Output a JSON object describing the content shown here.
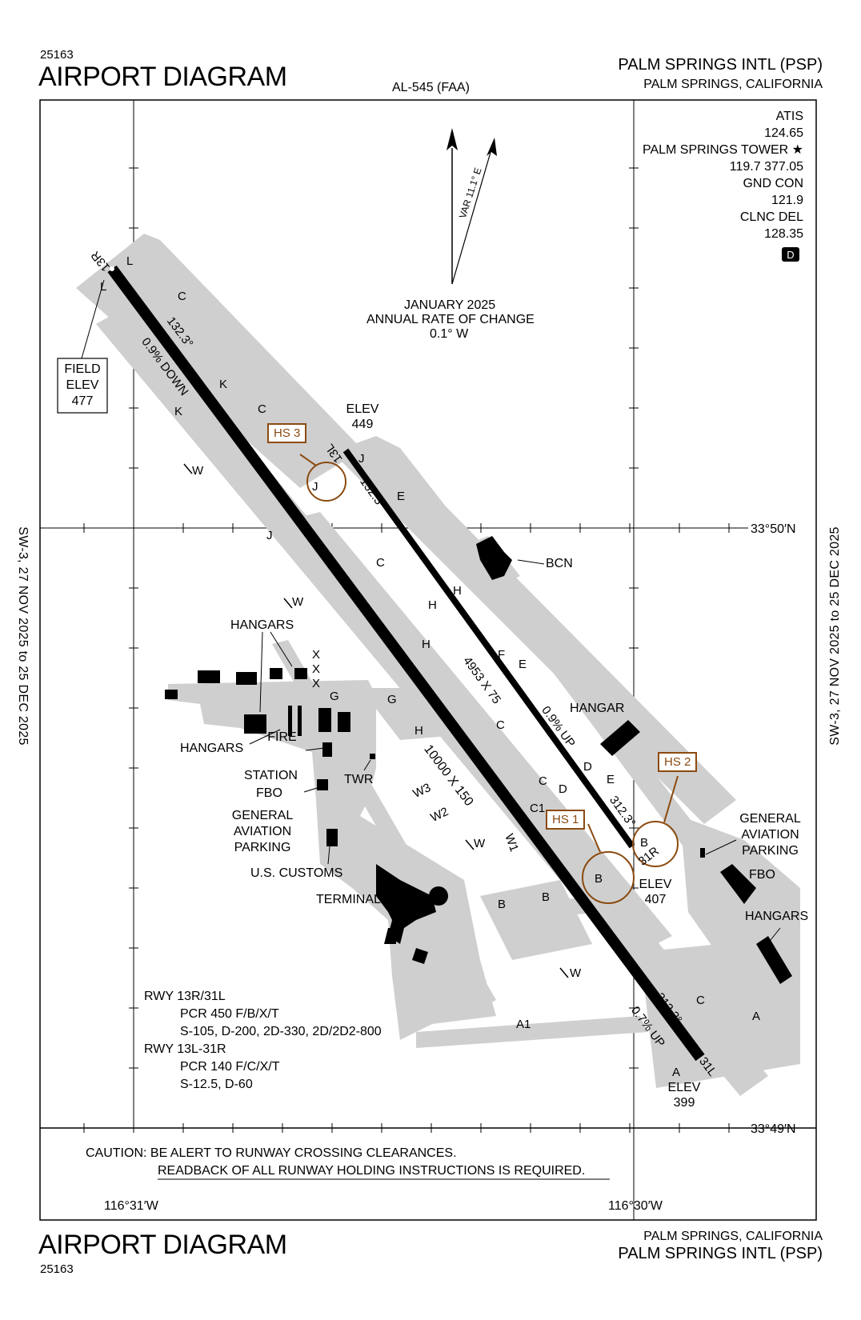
{
  "header": {
    "code": "25163",
    "title": "AIRPORT DIAGRAM",
    "procedure_id": "AL-545 (FAA)",
    "airport": "PALM SPRINGS INTL (PSP)",
    "city": "PALM SPRINGS, CALIFORNIA"
  },
  "footer": {
    "code": "25163",
    "title": "AIRPORT DIAGRAM",
    "city": "PALM SPRINGS, CALIFORNIA",
    "airport": "PALM SPRINGS INTL (PSP)"
  },
  "side_text": {
    "left": "SW-3,  27 NOV 2025  to  25 DEC 2025",
    "right": "SW-3,  27 NOV 2025  to  25 DEC 2025"
  },
  "frequencies": {
    "atis_label": "ATIS",
    "atis": "124.65",
    "tower_label": "PALM SPRINGS TOWER ★",
    "tower": "119.7  377.05",
    "gnd_label": "GND CON",
    "gnd": "121.9",
    "clnc_label": "CLNC DEL",
    "clnc": "128.35",
    "badge": "D"
  },
  "magnetic": {
    "variation": "VAR 11.1° E",
    "date": "JANUARY 2025",
    "rate_label": "ANNUAL RATE OF CHANGE",
    "rate": "0.1° W"
  },
  "coordinates": {
    "lat_upper": "33°50′N",
    "lat_lower": "33°49′N",
    "lon_left": "116°31′W",
    "lon_right": "116°30′W"
  },
  "field_elev": {
    "l1": "FIELD",
    "l2": "ELEV",
    "l3": "477"
  },
  "elevations": {
    "north": {
      "label": "ELEV",
      "value": "449"
    },
    "mid": {
      "label": "ELEV",
      "value": "407"
    },
    "south": {
      "label": "ELEV",
      "value": "399"
    }
  },
  "runways": {
    "rwy_13r": "13R",
    "rwy_31l": "31L",
    "rwy_13l": "13L",
    "rwy_31r": "31R",
    "main_dims": "10000 X 150",
    "short_dims": "4953 X 75",
    "hdg_132_main": "132.3°",
    "hdg_312_main": "312.3°",
    "hdg_132_short": "132.3°",
    "hdg_312_short": "312.3°",
    "grad_down": "0.9% DOWN",
    "grad_up_short": "0.9% UP",
    "grad_up_main": "0.7% UP"
  },
  "taxiways": {
    "L": "L",
    "C": "C",
    "K": "K",
    "W": "W",
    "J": "J",
    "E": "E",
    "H": "H",
    "F": "F",
    "G": "G",
    "D": "D",
    "C1": "C1",
    "W1": "W1",
    "W2": "W2",
    "W3": "W3",
    "B": "B",
    "A": "A",
    "A1": "A1",
    "X": "X"
  },
  "hot_spots": {
    "hs1": "HS 1",
    "hs2": "HS 2",
    "hs3": "HS 3"
  },
  "labels": {
    "bcn": "BCN",
    "hangars": "HANGARS",
    "hangar": "HANGAR",
    "fire1": "FIRE",
    "fire2": "STATION",
    "twr": "TWR",
    "fbo": "FBO",
    "ga1": "GENERAL",
    "ga2": "AVIATION",
    "ga3": "PARKING",
    "customs": "U.S. CUSTOMS",
    "terminal": "TERMINAL"
  },
  "pcr": {
    "r1": "RWY 13R/31L",
    "r1a": "PCR 450 F/B/X/T",
    "r1b": "S-105, D-200, 2D-330, 2D/2D2-800",
    "r2": "RWY 13L-31R",
    "r2a": "PCR 140 F/C/X/T",
    "r2b": "S-12.5, D-60"
  },
  "caution": {
    "line1": "CAUTION: BE ALERT TO RUNWAY CROSSING CLEARANCES.",
    "line2": "READBACK OF ALL RUNWAY HOLDING INSTRUCTIONS IS REQUIRED."
  },
  "colors": {
    "taxi": "#cfcfcf",
    "hotspot": "#8b4a10",
    "runway": "#000000"
  }
}
